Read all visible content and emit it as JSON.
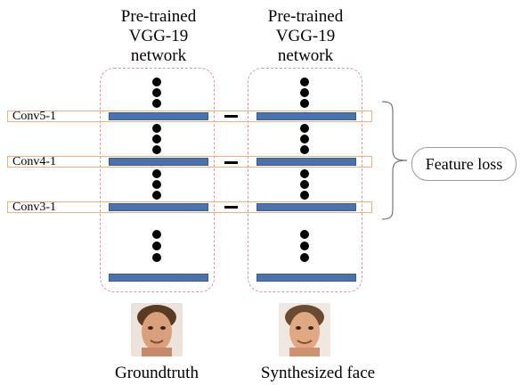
{
  "columns": [
    {
      "title_lines": [
        "Pre-trained",
        "VGG-19",
        "network"
      ],
      "caption": "Groundtruth"
    },
    {
      "title_lines": [
        "Pre-trained",
        "VGG-19",
        "network"
      ],
      "caption": "Synthesized face"
    }
  ],
  "layers": [
    "Conv5-1",
    "Conv4-1",
    "Conv3-1"
  ],
  "loss_label": "Feature loss",
  "colors": {
    "bar": "#4a73ad",
    "layer_outline": "#f0b27a",
    "network_outline": "#d99a9a",
    "skin": "#d9a07a",
    "hair": "#5a3a22"
  },
  "icons": [
    "difference-minus-icon",
    "curly-brace-icon",
    "face-photo-icon"
  ]
}
